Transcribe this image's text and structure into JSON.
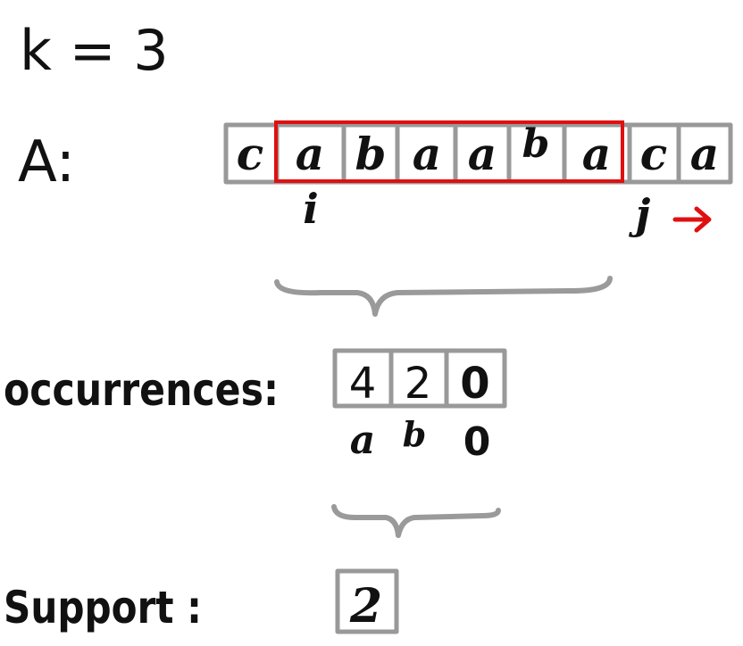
{
  "k_label": "k = 3",
  "array_label": "A:",
  "array_cells": [
    "c",
    "a",
    "b",
    "a",
    "a",
    "b",
    "a",
    "c",
    "a"
  ],
  "pointer_i": "i",
  "pointer_j": "j",
  "window_color": "#e01010",
  "arrow_color": "#e01010",
  "occurrences_label": "occurrences:",
  "occurrence_counts": [
    "4",
    "2",
    "0"
  ],
  "occurrence_keys": [
    "a",
    "b",
    "0"
  ],
  "support_label": "Support :",
  "support_value": "2"
}
